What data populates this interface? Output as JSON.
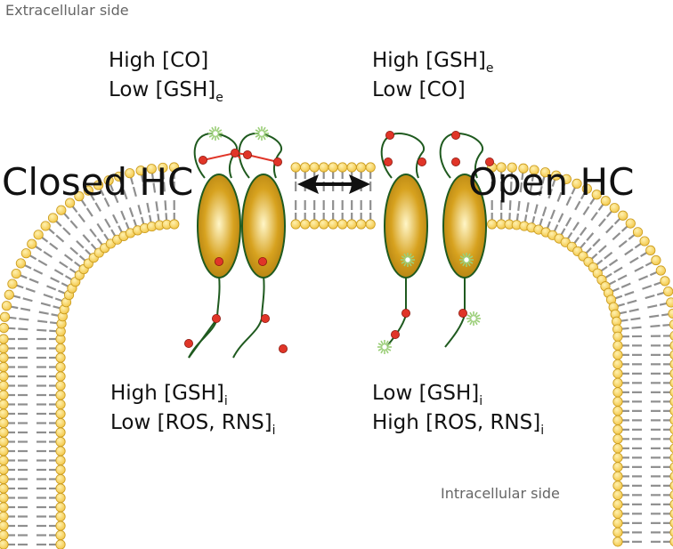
{
  "labels": {
    "extracellular_side": "Extracellular side",
    "intracellular_side": "Intracellular side",
    "closed_state": "Closed HC",
    "open_state": "Open HC"
  },
  "closed_extracellular": [
    {
      "text": "High [CO]",
      "sub": ""
    },
    {
      "text": "Low [GSH]",
      "sub": "e"
    }
  ],
  "open_extracellular": [
    {
      "text": "High [GSH]",
      "sub": "e"
    },
    {
      "text": "Low [CO]",
      "sub": ""
    }
  ],
  "closed_intracellular": [
    {
      "text": "High [GSH]",
      "sub": "i"
    },
    {
      "text": "Low [ROS, RNS]",
      "sub": "i"
    }
  ],
  "open_intracellular": [
    {
      "text": "Low [GSH]",
      "sub": "i"
    },
    {
      "text": "High [ROS, RNS]",
      "sub": "i"
    }
  ],
  "colors": {
    "lipid_head": "#f3c84a",
    "lipid_head_edge": "#c99a1c",
    "lipid_tail": "#8f8f8f",
    "protein_fill": "#d7a21f",
    "protein_light": "#fff6c8",
    "protein_edge": "#1f5a1f",
    "strand": "#1f5a1f",
    "cysteine": "#e03528",
    "disulfide": "#e03528",
    "spark": "#9ccf7a",
    "arrow": "#111111"
  }
}
